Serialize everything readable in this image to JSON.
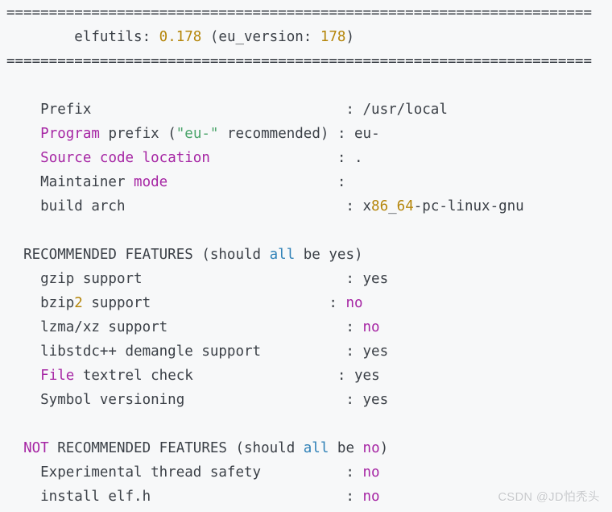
{
  "colors": {
    "background": "#f7f8f9",
    "default": "#3b4047",
    "magenta": "#a626a4",
    "gold": "#b5860b",
    "green": "#4aa46a",
    "blue": "#2f81b7",
    "watermark": "#c7c9cc"
  },
  "watermark": {
    "text": "CSDN @JD怕秃头"
  },
  "code": {
    "lines": [
      [
        {
          "t": "=====================================================================",
          "c": "default"
        }
      ],
      [
        {
          "t": "        elfutils: ",
          "c": "default"
        },
        {
          "t": "0.178",
          "c": "gold"
        },
        {
          "t": " (eu_version: ",
          "c": "default"
        },
        {
          "t": "178",
          "c": "gold"
        },
        {
          "t": ")",
          "c": "default"
        }
      ],
      [
        {
          "t": "=====================================================================",
          "c": "default"
        }
      ],
      [],
      [
        {
          "t": "    Prefix                              : /usr/local",
          "c": "default"
        }
      ],
      [
        {
          "t": "    ",
          "c": "default"
        },
        {
          "t": "Program",
          "c": "magenta"
        },
        {
          "t": " prefix (",
          "c": "default"
        },
        {
          "t": "\"eu-\"",
          "c": "green"
        },
        {
          "t": " recommended) : eu-",
          "c": "default"
        }
      ],
      [
        {
          "t": "    ",
          "c": "default"
        },
        {
          "t": "Source code location",
          "c": "magenta"
        },
        {
          "t": "               : .",
          "c": "default"
        }
      ],
      [
        {
          "t": "    Maintainer ",
          "c": "default"
        },
        {
          "t": "mode",
          "c": "magenta"
        },
        {
          "t": "                    :",
          "c": "default"
        }
      ],
      [
        {
          "t": "    build arch                          : x",
          "c": "default"
        },
        {
          "t": "86",
          "c": "gold"
        },
        {
          "t": "_",
          "c": "default"
        },
        {
          "t": "64",
          "c": "gold"
        },
        {
          "t": "-pc-linux-gnu",
          "c": "default"
        }
      ],
      [],
      [
        {
          "t": "  RECOMMENDED FEATURES (should ",
          "c": "default"
        },
        {
          "t": "all",
          "c": "blue"
        },
        {
          "t": " be yes)",
          "c": "default"
        }
      ],
      [
        {
          "t": "    gzip support                        : yes",
          "c": "default"
        }
      ],
      [
        {
          "t": "    bzip",
          "c": "default"
        },
        {
          "t": "2",
          "c": "gold"
        },
        {
          "t": " support                     : ",
          "c": "default"
        },
        {
          "t": "no",
          "c": "magenta"
        }
      ],
      [
        {
          "t": "    lzma/xz support                     : ",
          "c": "default"
        },
        {
          "t": "no",
          "c": "magenta"
        }
      ],
      [
        {
          "t": "    libstdc++ demangle support          : yes",
          "c": "default"
        }
      ],
      [
        {
          "t": "    ",
          "c": "default"
        },
        {
          "t": "File",
          "c": "magenta"
        },
        {
          "t": " textrel check                 : yes",
          "c": "default"
        }
      ],
      [
        {
          "t": "    Symbol versioning                   : yes",
          "c": "default"
        }
      ],
      [],
      [
        {
          "t": "  ",
          "c": "default"
        },
        {
          "t": "NOT",
          "c": "magenta"
        },
        {
          "t": " RECOMMENDED FEATURES (should ",
          "c": "default"
        },
        {
          "t": "all",
          "c": "blue"
        },
        {
          "t": " be ",
          "c": "default"
        },
        {
          "t": "no",
          "c": "magenta"
        },
        {
          "t": ")",
          "c": "default"
        }
      ],
      [
        {
          "t": "    Experimental thread safety          : ",
          "c": "default"
        },
        {
          "t": "no",
          "c": "magenta"
        }
      ],
      [
        {
          "t": "    install elf.h                       : ",
          "c": "default"
        },
        {
          "t": "no",
          "c": "magenta"
        }
      ]
    ]
  }
}
